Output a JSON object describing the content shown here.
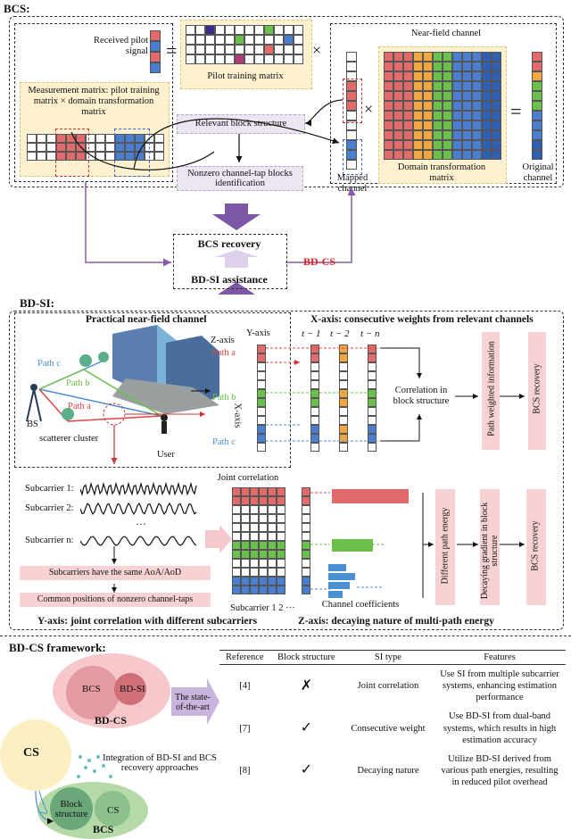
{
  "bcs": {
    "title": "BCS:",
    "received_label": "Received pilot signal",
    "pilot_matrix_label": "Pilot training matrix",
    "measurement_label": "Measurement matrix: pilot training matrix × domain transformation matrix",
    "relevant_block": "Relevant block structure",
    "nonzero_blocks": "Nonzero channel-tap blocks identification",
    "near_field_label": "Near-field channel",
    "mapped_channel": "Mapped channel",
    "domain_matrix": "Domain transformation matrix",
    "original_channel": "Original channel",
    "eq": "=",
    "times": "×"
  },
  "center": {
    "bcs_recovery": "BCS recovery",
    "bdsi_assistance": "BD-SI assistance",
    "bdcs": "BD-CS"
  },
  "bdsi": {
    "title": "BD-SI:",
    "practical_channel": "Practical near-field channel",
    "x_axis_title": "X-axis: consecutive weights from relevant channels",
    "path_a": "Path a",
    "path_b": "Path b",
    "path_c": "Path c",
    "bs": "BS",
    "scatterer": "scatterer cluster",
    "user": "User",
    "z_axis": "Z-axis",
    "y_axis": "Y-axis",
    "x_axis": "X-axis",
    "t1": "t − 1",
    "t2": "t − 2",
    "tn": "t − n",
    "dots": "···",
    "correlation": "Correlation in block structure",
    "path_weighted": "Path weighted information",
    "bcs_recovery": "BCS recovery",
    "sub1": "Subcarrier 1:",
    "sub2": "Subcarrier 2:",
    "subn": "Subcarrier n:",
    "vdots": "···",
    "same_aoa": "Subcarriers have the same AoA/AoD",
    "common_pos": "Common positions of nonzero channel-taps",
    "joint_corr": "Joint correlation",
    "subcarrier_axis": "Subcarrier 1 2 ···",
    "channel_coeff": "Channel coefficients",
    "diff_energy": "Different path energy",
    "decaying_grad": "Decaying gradient in block structure",
    "bcs_recovery2": "BCS recovery",
    "y_axis_title": "Y-axis: joint correlation with different subcarriers",
    "z_axis_title": "Z-axis: decaying nature of multi-path energy"
  },
  "framework": {
    "title": "BD-CS framework:",
    "bcs": "BCS",
    "bdsi": "BD-SI",
    "bdcs": "BD-CS",
    "cs": "CS",
    "block_structure": "Block structure",
    "cs_inner": "CS",
    "bcs_bottom": "BCS",
    "sota": "The state-of-the-art",
    "integration": "Integration of BD-SI and BCS recovery approaches"
  },
  "table": {
    "headers": [
      "Reference",
      "Block structure",
      "SI type",
      "Features"
    ],
    "rows": [
      {
        "ref": "[4]",
        "mark": "✗",
        "si": "Joint correlation",
        "feat": "Use SI from multiple subcarrier systems, enhancing estimation performance"
      },
      {
        "ref": "[7]",
        "mark": "✓",
        "si": "Consecutive weight",
        "feat": "Use BD-SI from dual-band systems, which results in high estimation accuracy"
      },
      {
        "ref": "[8]",
        "mark": "✓",
        "si": "Decaying nature",
        "feat": "Utilize BD-SI derived from various path energies, resulting in reduced pilot overhead"
      }
    ]
  }
}
